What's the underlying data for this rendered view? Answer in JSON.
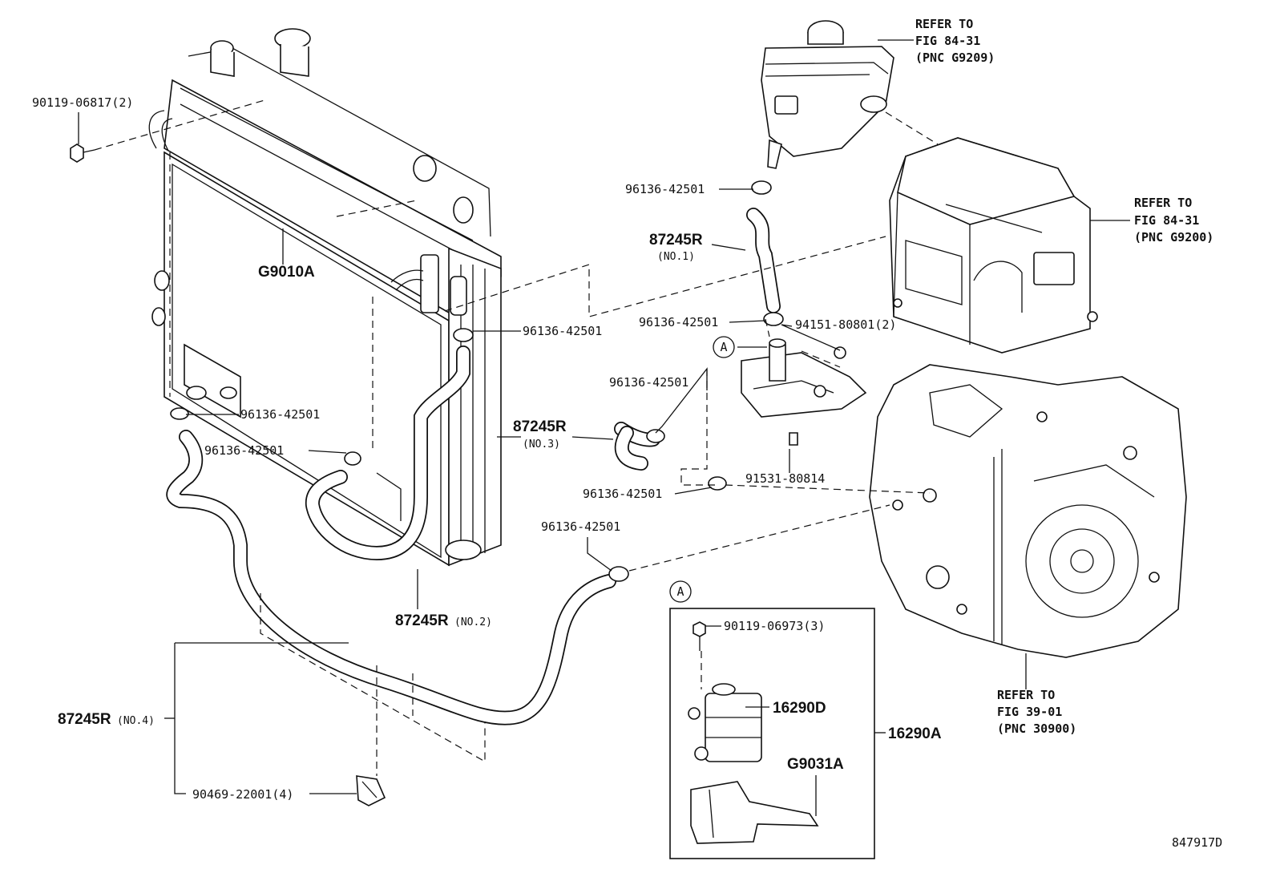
{
  "labels": {
    "bolt_radiator": "90119-06817(2)",
    "radiator": "G9010A",
    "clamp_1": "96136-42501",
    "clamp_2": "96136-42501",
    "clamp_3": "96136-42501",
    "clamp_4": "96136-42501",
    "clamp_5": "96136-42501",
    "clamp_6": "96136-42501",
    "clamp_7": "96136-42501",
    "clamp_8": "96136-42501",
    "hose_no1": "87245R",
    "hose_no1_sub": "(NO.1)",
    "hose_no2": "87245R",
    "hose_no2_sub": "(NO.2)",
    "hose_no3": "87245R",
    "hose_no3_sub": "(NO.3)",
    "hose_no4": "87245R",
    "hose_no4_sub": "(NO.4)",
    "clip": "90469-22001(4)",
    "nut": "94151-80801(2)",
    "bolt_pump": "91531-80814",
    "bolt_detail": "90119-06973(3)",
    "pump": "16290D",
    "pump_assy": "16290A",
    "bracket": "G9031A",
    "callout_a1": "A",
    "callout_a2": "A",
    "ref_tank_1": "REFER TO",
    "ref_tank_2": "FIG 84-31",
    "ref_tank_3": "(PNC G9209)",
    "ref_inverter_1": "REFER TO",
    "ref_inverter_2": "FIG 84-31",
    "ref_inverter_3": "(PNC G9200)",
    "ref_trans_1": "REFER TO",
    "ref_trans_2": "FIG 39-01",
    "ref_trans_3": "(PNC 30900)",
    "diagram_id": "847917D"
  }
}
